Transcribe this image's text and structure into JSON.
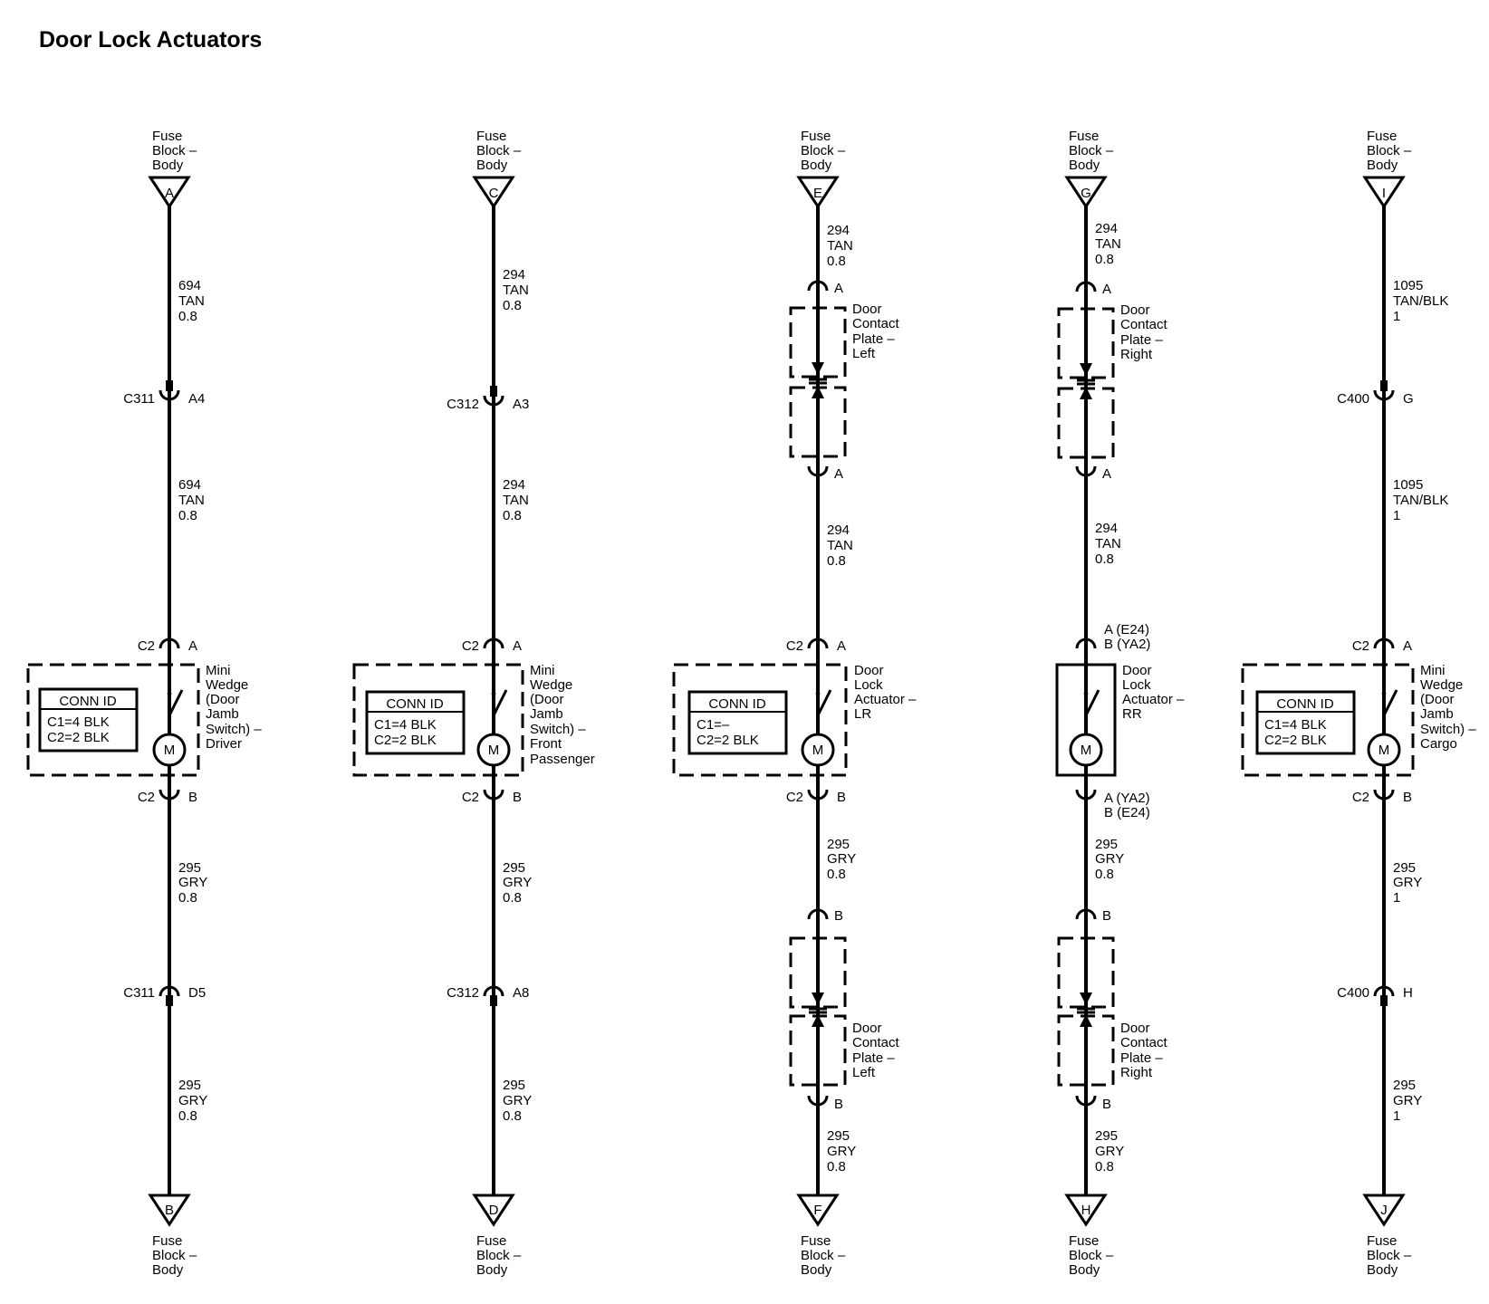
{
  "title": "Door Lock Actuators",
  "circuits": [
    {
      "top": {
        "letter": "A",
        "text": [
          "Fuse",
          "Block –",
          "Body"
        ]
      },
      "bottom": {
        "letter": "B",
        "text": [
          "Fuse",
          "Block –",
          "Body"
        ]
      },
      "wire1": [
        "694",
        "TAN",
        "0.8"
      ],
      "inline_top": {
        "name": "C311",
        "pin": "A4"
      },
      "wire2": [
        "694",
        "TAN",
        "0.8"
      ],
      "comp_top": {
        "name": "C2",
        "pin": "A"
      },
      "component": {
        "label": [
          "Mini",
          "Wedge",
          "(Door",
          "Jamb",
          "Switch) –",
          "Driver"
        ],
        "conn_header": "CONN ID",
        "conn_lines": [
          "C1=4 BLK",
          "C2=2 BLK"
        ],
        "motor": "M"
      },
      "comp_bot": {
        "name": "C2",
        "pin": "B"
      },
      "wire3": [
        "295",
        "GRY",
        "0.8"
      ],
      "inline_bot": {
        "name": "C311",
        "pin": "D5"
      },
      "wire4": [
        "295",
        "GRY",
        "0.8"
      ]
    },
    {
      "top": {
        "letter": "C",
        "text": [
          "Fuse",
          "Block –",
          "Body"
        ]
      },
      "bottom": {
        "letter": "D",
        "text": [
          "Fuse",
          "Block –",
          "Body"
        ]
      },
      "wire1": [
        "294",
        "TAN",
        "0.8"
      ],
      "inline_top": {
        "name": "C312",
        "pin": "A3"
      },
      "wire2": [
        "294",
        "TAN",
        "0.8"
      ],
      "comp_top": {
        "name": "C2",
        "pin": "A"
      },
      "component": {
        "label": [
          "Mini",
          "Wedge",
          "(Door",
          "Jamb",
          "Switch) –",
          "Front",
          "Passenger"
        ],
        "conn_header": "CONN ID",
        "conn_lines": [
          "C1=4 BLK",
          "C2=2 BLK"
        ],
        "motor": "M"
      },
      "comp_bot": {
        "name": "C2",
        "pin": "B"
      },
      "wire3": [
        "295",
        "GRY",
        "0.8"
      ],
      "inline_bot": {
        "name": "C312",
        "pin": "A8"
      },
      "wire4": [
        "295",
        "GRY",
        "0.8"
      ]
    },
    {
      "top": {
        "letter": "E",
        "text": [
          "Fuse",
          "Block –",
          "Body"
        ]
      },
      "bottom": {
        "letter": "F",
        "text": [
          "Fuse",
          "Block –",
          "Body"
        ]
      },
      "wire1": [
        "294",
        "TAN",
        "0.8"
      ],
      "plate_top": {
        "pin_top": "A",
        "pin_bot": "A",
        "label": [
          "Door",
          "Contact",
          "Plate –",
          "Left"
        ]
      },
      "wire2": [
        "294",
        "TAN",
        "0.8"
      ],
      "comp_top": {
        "name": "C2",
        "pin": "A"
      },
      "component": {
        "label": [
          "Door",
          "Lock",
          "Actuator –",
          "LR"
        ],
        "conn_header": "CONN ID",
        "conn_lines": [
          "C1=–",
          "C2=2 BLK"
        ],
        "motor": "M"
      },
      "comp_bot": {
        "name": "C2",
        "pin": "B"
      },
      "wire3": [
        "295",
        "GRY",
        "0.8"
      ],
      "plate_bot": {
        "pin_top": "B",
        "pin_bot": "B",
        "label": [
          "Door",
          "Contact",
          "Plate –",
          "Left"
        ]
      },
      "wire4": [
        "295",
        "GRY",
        "0.8"
      ]
    },
    {
      "top": {
        "letter": "G",
        "text": [
          "Fuse",
          "Block –",
          "Body"
        ]
      },
      "bottom": {
        "letter": "H",
        "text": [
          "Fuse",
          "Block –",
          "Body"
        ]
      },
      "wire1": [
        "294",
        "TAN",
        "0.8"
      ],
      "plate_top": {
        "pin_top": "A",
        "pin_bot": "A",
        "label": [
          "Door",
          "Contact",
          "Plate –",
          "Right"
        ]
      },
      "wire2": [
        "294",
        "TAN",
        "0.8"
      ],
      "comp_top_lines": [
        "A (E24)",
        "B (YA2)"
      ],
      "component": {
        "label": [
          "Door",
          "Lock",
          "Actuator –",
          "RR"
        ],
        "motor": "M"
      },
      "comp_bot_lines": [
        "A (YA2)",
        "B (E24)"
      ],
      "wire3": [
        "295",
        "GRY",
        "0.8"
      ],
      "plate_bot": {
        "pin_top": "B",
        "pin_bot": "B",
        "label": [
          "Door",
          "Contact",
          "Plate –",
          "Right"
        ]
      },
      "wire4": [
        "295",
        "GRY",
        "0.8"
      ]
    },
    {
      "top": {
        "letter": "I",
        "text": [
          "Fuse",
          "Block –",
          "Body"
        ]
      },
      "bottom": {
        "letter": "J",
        "text": [
          "Fuse",
          "Block –",
          "Body"
        ]
      },
      "wire1": [
        "1095",
        "TAN/BLK",
        "1"
      ],
      "inline_top": {
        "name": "C400",
        "pin": "G"
      },
      "wire2": [
        "1095",
        "TAN/BLK",
        "1"
      ],
      "comp_top": {
        "name": "C2",
        "pin": "A"
      },
      "component": {
        "label": [
          "Mini",
          "Wedge",
          "(Door",
          "Jamb",
          "Switch) –",
          "Cargo"
        ],
        "conn_header": "CONN ID",
        "conn_lines": [
          "C1=4 BLK",
          "C2=2 BLK"
        ],
        "motor": "M"
      },
      "comp_bot": {
        "name": "C2",
        "pin": "B"
      },
      "wire3": [
        "295",
        "GRY",
        "1"
      ],
      "inline_bot": {
        "name": "C400",
        "pin": "H"
      },
      "wire4": [
        "295",
        "GRY",
        "1"
      ]
    }
  ]
}
